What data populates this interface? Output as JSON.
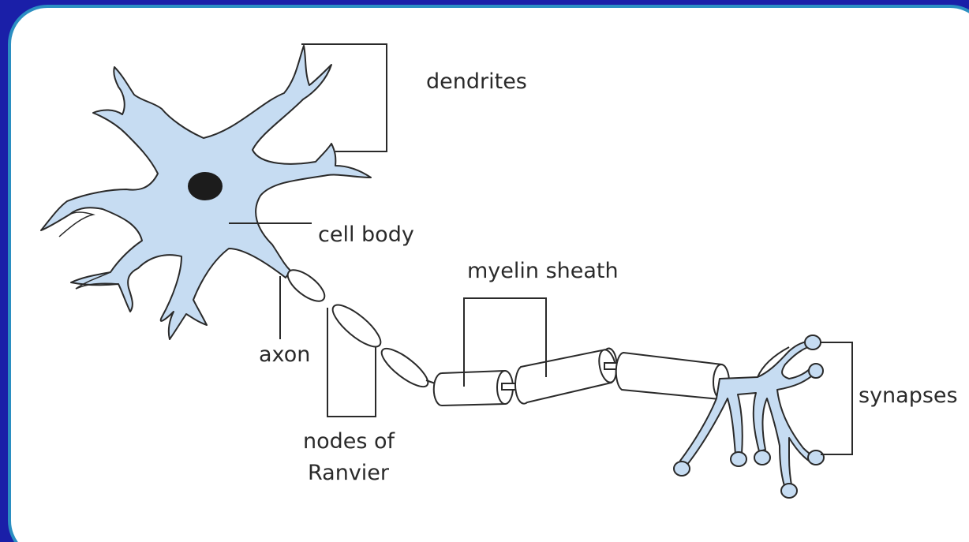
{
  "diagram": {
    "labels": {
      "dendrites": "dendrites",
      "cell_body": "cell body",
      "myelin_sheath": "myelin sheath",
      "axon": "axon",
      "nodes_line1": "nodes of",
      "nodes_line2": "Ranvier",
      "synapses": "synapses"
    }
  },
  "colors": {
    "background": "#1a1fa8",
    "panel": "#ffffff",
    "panel_border": "#2b8fc2",
    "cell_fill": "#c6dcf2",
    "outline": "#2a2a2a",
    "nucleus": "#1c1c1c"
  }
}
